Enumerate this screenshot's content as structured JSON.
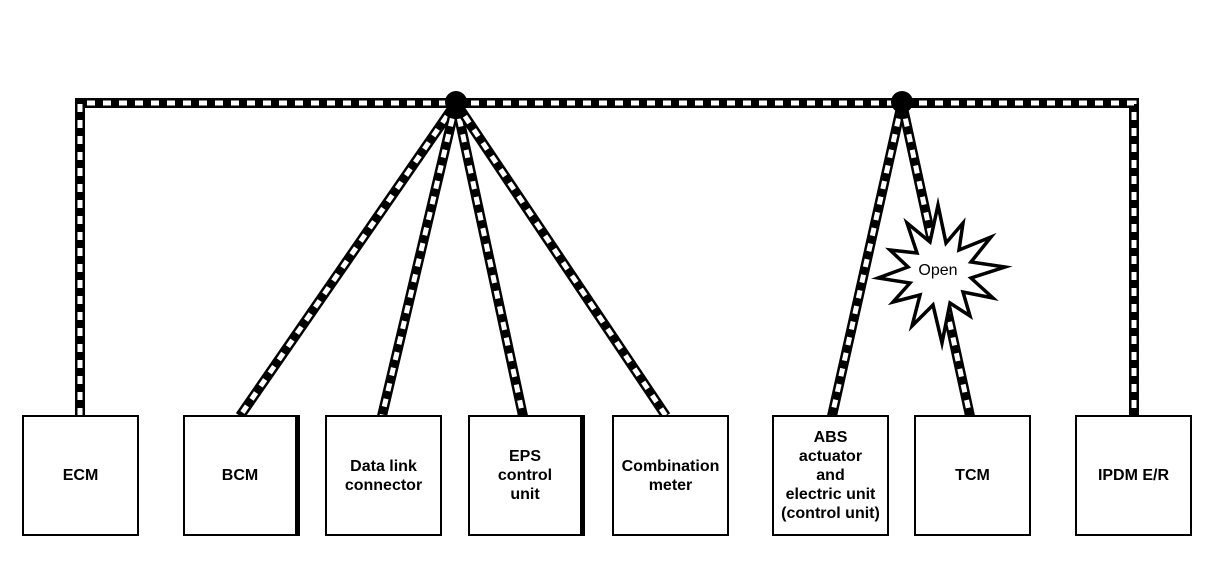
{
  "diagram": {
    "colors": {
      "line": "#000000",
      "background": "#ffffff",
      "box_fill": "#ffffff"
    },
    "bus": {
      "style": "black band with white dash marks",
      "shape": "inverted-U backbone across the top",
      "junction_dots": 2
    },
    "nodes": [
      {
        "id": "ecm",
        "label": "ECM"
      },
      {
        "id": "bcm",
        "label": "BCM"
      },
      {
        "id": "dlc",
        "label": "Data link\nconnector"
      },
      {
        "id": "eps",
        "label": "EPS\ncontrol\nunit"
      },
      {
        "id": "comb",
        "label": "Combination\nmeter"
      },
      {
        "id": "abs",
        "label": "ABS\nactuator\nand\nelectric unit\n(control unit)"
      },
      {
        "id": "tcm",
        "label": "TCM"
      },
      {
        "id": "ipdm",
        "label": "IPDM E/R"
      }
    ],
    "annotation": {
      "label": "Open",
      "symbol": "starburst",
      "location": "on branch between right junction and TCM"
    },
    "connections": [
      {
        "from": "bus-left-end",
        "to": "ECM"
      },
      {
        "from": "left-junction",
        "to": "BCM"
      },
      {
        "from": "left-junction",
        "to": "Data link connector"
      },
      {
        "from": "left-junction",
        "to": "EPS control unit"
      },
      {
        "from": "left-junction",
        "to": "Combination meter"
      },
      {
        "from": "right-junction",
        "to": "ABS actuator and electric unit (control unit)"
      },
      {
        "from": "right-junction",
        "to": "TCM",
        "fault": "Open"
      },
      {
        "from": "bus-right-end",
        "to": "IPDM E/R"
      }
    ]
  }
}
